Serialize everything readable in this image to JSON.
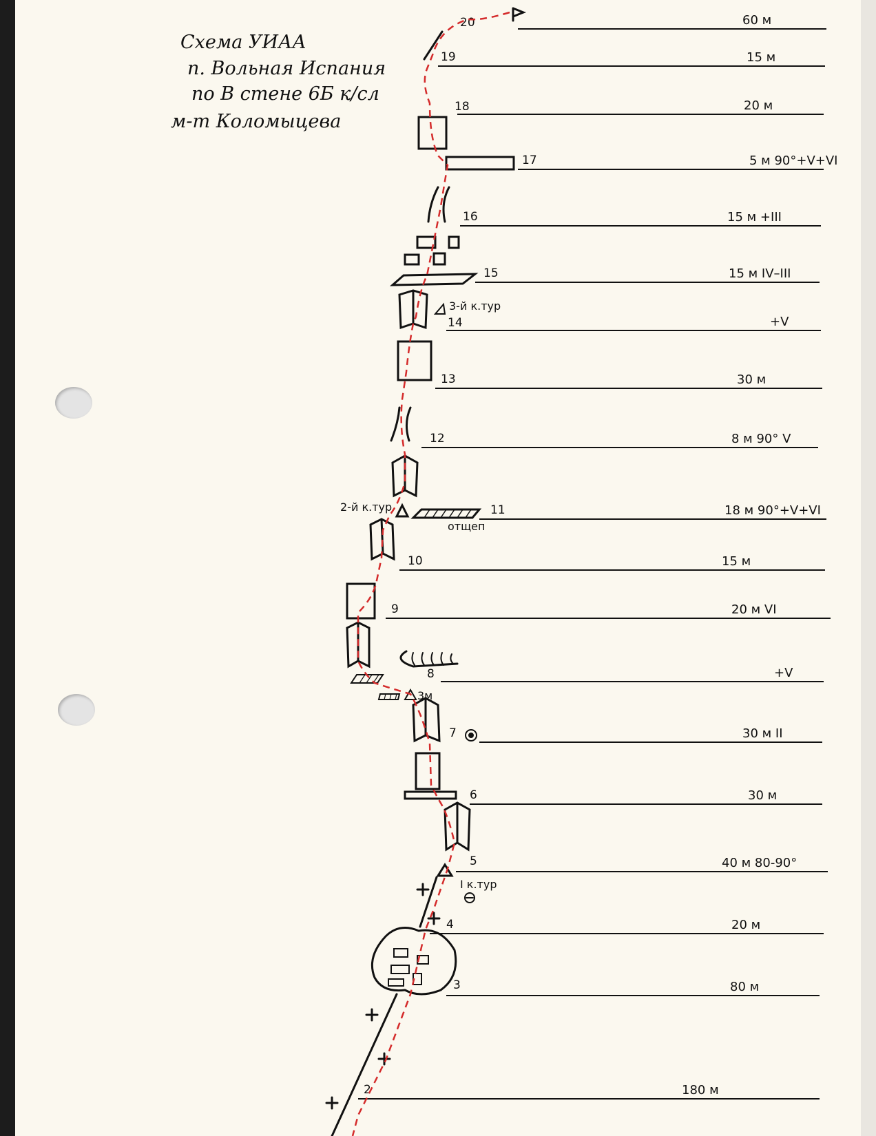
{
  "title_lines": [
    "Схема УИАА",
    "п. Вольная Испания",
    "по В стене 6Б к/сл",
    "м-т Коломыцева"
  ],
  "pitches": [
    {
      "num": "20",
      "len": "60 м"
    },
    {
      "num": "19",
      "len": "15 м"
    },
    {
      "num": "18",
      "len": "20 м"
    },
    {
      "num": "17",
      "len": "5 м 90°+V+VI"
    },
    {
      "num": "16",
      "len": "15 м +III"
    },
    {
      "num": "15",
      "len": "15 м IV–III"
    },
    {
      "num": "14",
      "len": "+V"
    },
    {
      "num": "13",
      "len": "30 м"
    },
    {
      "num": "12",
      "len": "8 м 90° V"
    },
    {
      "num": "11",
      "len": "18 м 90°+V+VI"
    },
    {
      "num": "10",
      "len": "15 м"
    },
    {
      "num": "9",
      "len": "20 м VI"
    },
    {
      "num": "8",
      "len": "+V"
    },
    {
      "num": "7",
      "len": "30 м II"
    },
    {
      "num": "6",
      "len": "30 м"
    },
    {
      "num": "5",
      "len": "40 м 80-90°"
    },
    {
      "num": "4",
      "len": "20 м"
    },
    {
      "num": "3",
      "len": "80 м"
    },
    {
      "num": "2",
      "len": "180 м"
    }
  ],
  "annotations": {
    "tour3": "3-й к.тур",
    "tour2": "2-й к.тур",
    "tour1": "I к.тур",
    "flake": "отщеп",
    "three_m": "3м"
  },
  "colors": {
    "route": "#d42b2b",
    "ink": "#111111",
    "paper": "#fbf8ef"
  }
}
